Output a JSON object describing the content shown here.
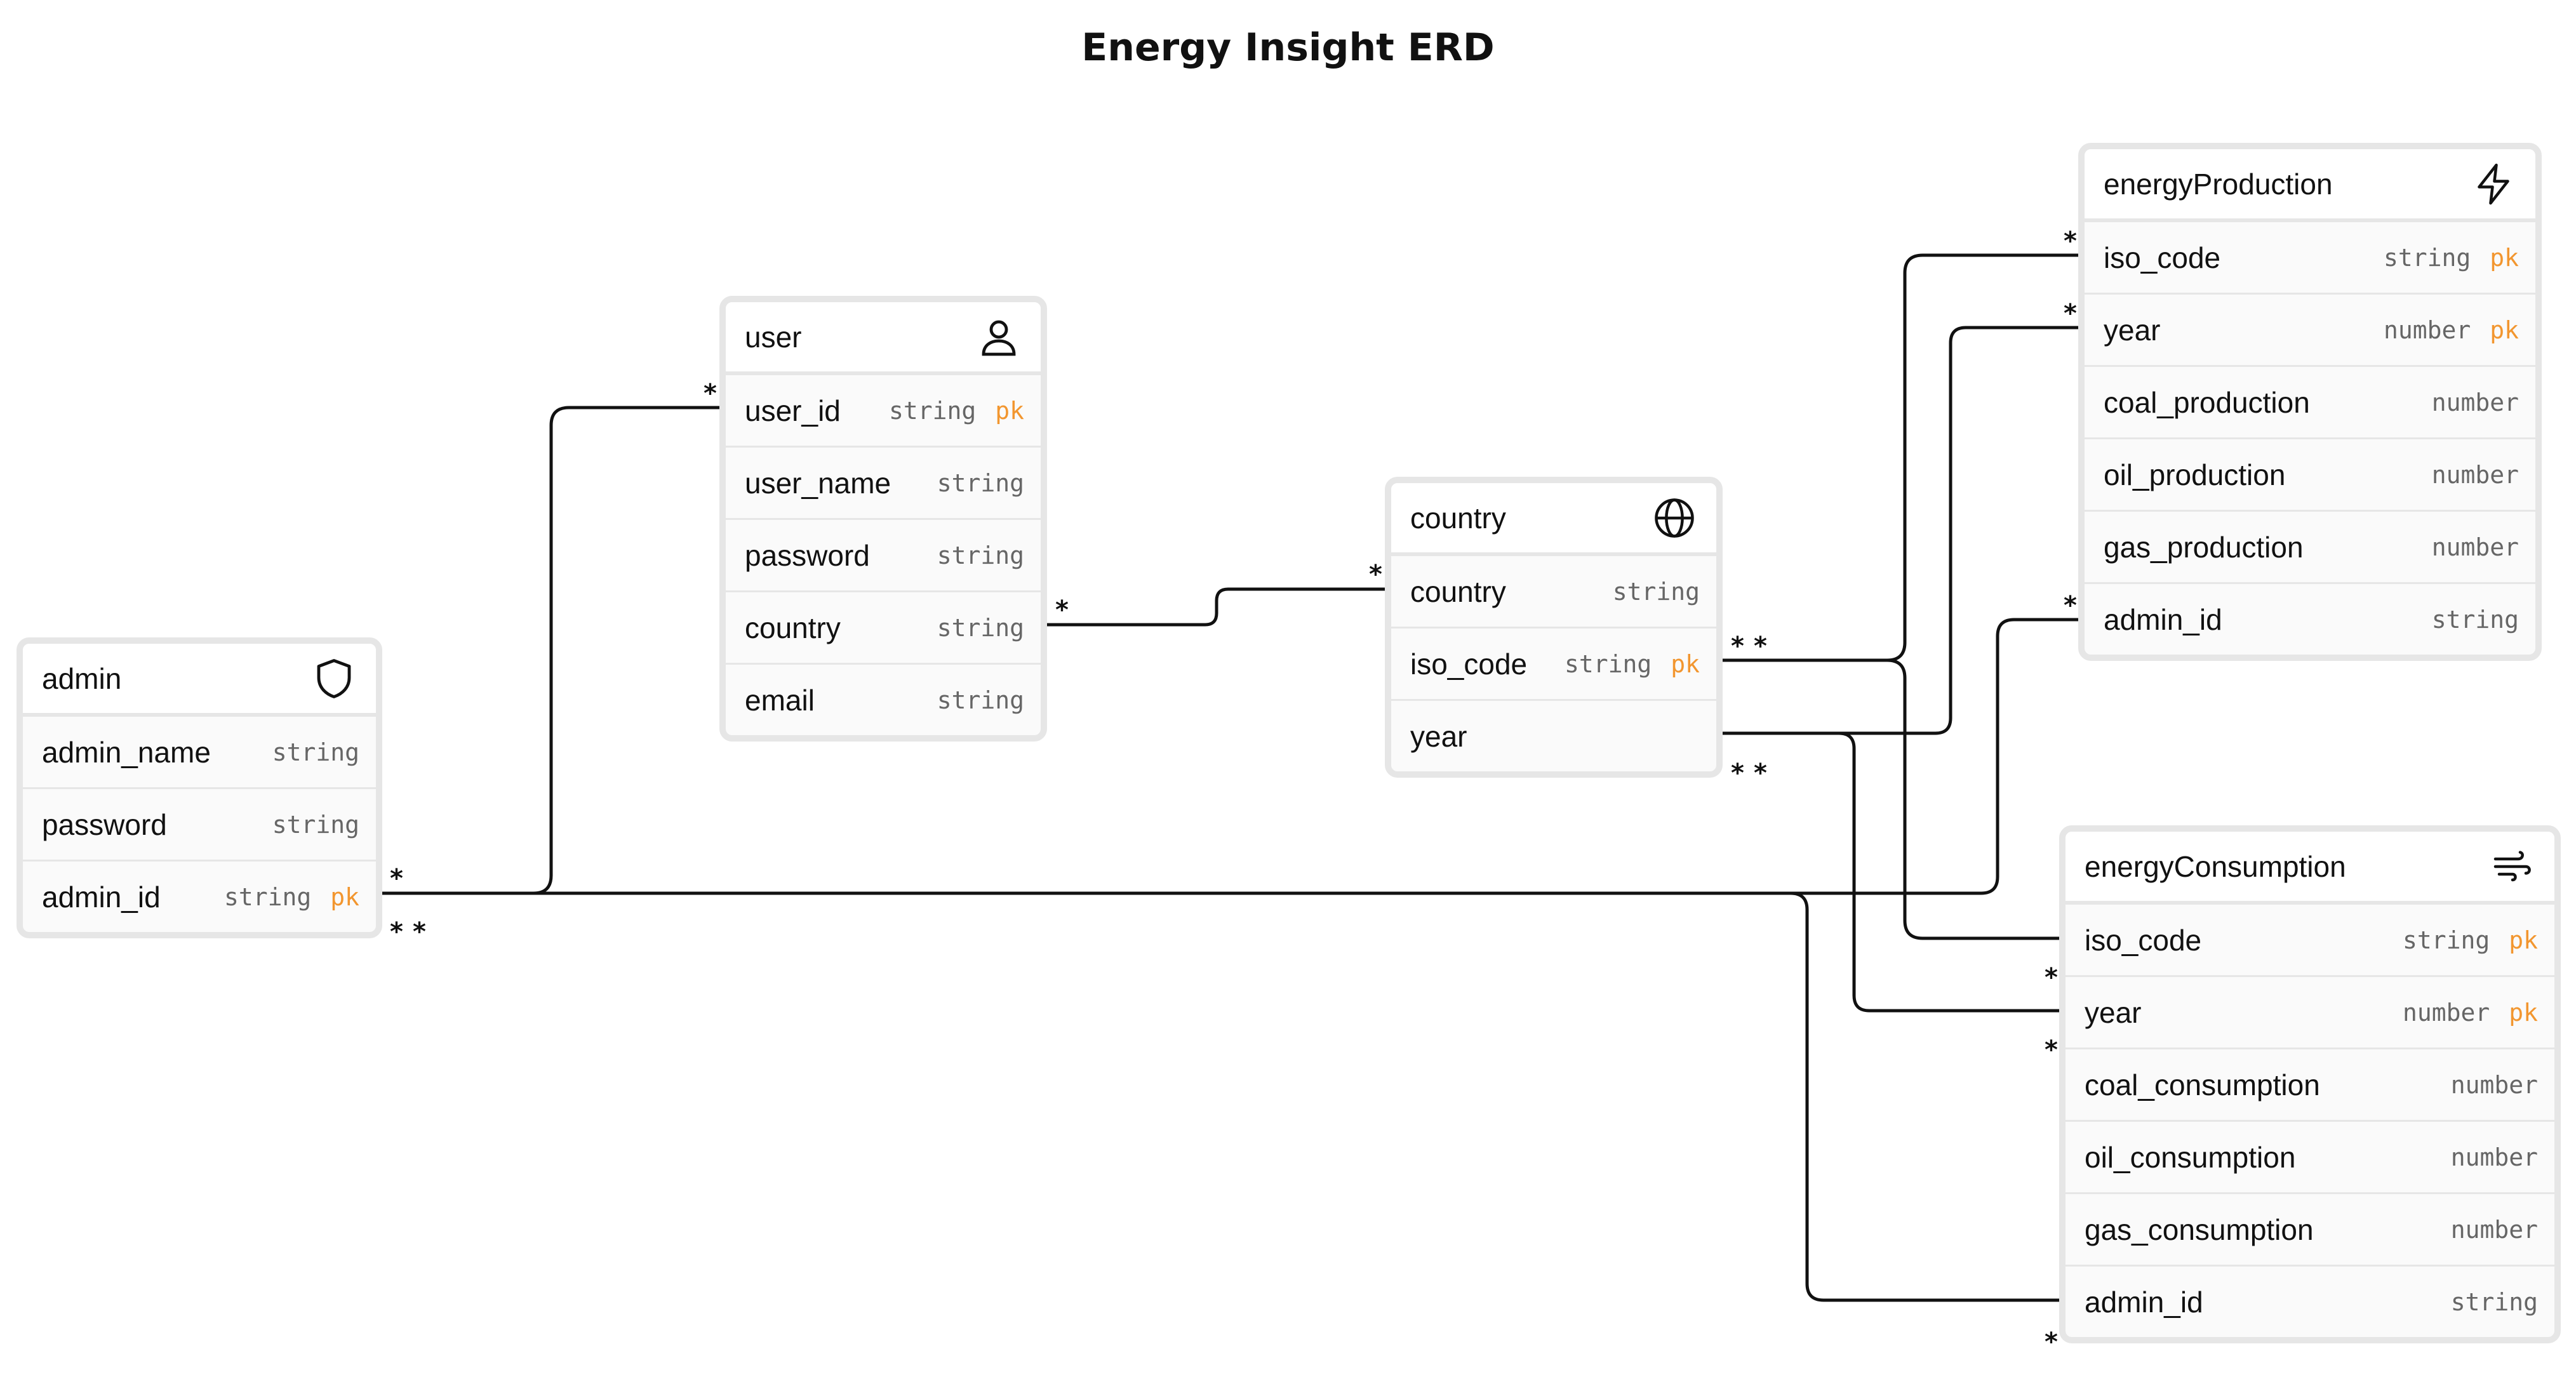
{
  "diagram": {
    "title": "Energy Insight ERD"
  },
  "colors": {
    "pk": "#f2962f",
    "border": "#e6e6e6",
    "line": "#111111",
    "type": "#666666"
  },
  "tables": {
    "admin": {
      "name": "admin",
      "icon": "shield-icon",
      "fields": [
        {
          "name": "admin_name",
          "type": "string",
          "key": ""
        },
        {
          "name": "password",
          "type": "string",
          "key": ""
        },
        {
          "name": "admin_id",
          "type": "string",
          "key": "pk"
        }
      ]
    },
    "user": {
      "name": "user",
      "icon": "user-icon",
      "fields": [
        {
          "name": "user_id",
          "type": "string",
          "key": "pk"
        },
        {
          "name": "user_name",
          "type": "string",
          "key": ""
        },
        {
          "name": "password",
          "type": "string",
          "key": ""
        },
        {
          "name": "country",
          "type": "string",
          "key": ""
        },
        {
          "name": "email",
          "type": "string",
          "key": ""
        }
      ]
    },
    "country": {
      "name": "country",
      "icon": "globe-icon",
      "fields": [
        {
          "name": "country",
          "type": "string",
          "key": ""
        },
        {
          "name": "iso_code",
          "type": "string",
          "key": "pk"
        },
        {
          "name": "year",
          "type": "",
          "key": ""
        }
      ]
    },
    "energyProduction": {
      "name": "energyProduction",
      "icon": "lightning-icon",
      "fields": [
        {
          "name": "iso_code",
          "type": "string",
          "key": "pk"
        },
        {
          "name": "year",
          "type": "number",
          "key": "pk"
        },
        {
          "name": "coal_production",
          "type": "number",
          "key": ""
        },
        {
          "name": "oil_production",
          "type": "number",
          "key": ""
        },
        {
          "name": "gas_production",
          "type": "number",
          "key": ""
        },
        {
          "name": "admin_id",
          "type": "string",
          "key": ""
        }
      ]
    },
    "energyConsumption": {
      "name": "energyConsumption",
      "icon": "wind-icon",
      "fields": [
        {
          "name": "iso_code",
          "type": "string",
          "key": "pk"
        },
        {
          "name": "year",
          "type": "number",
          "key": "pk"
        },
        {
          "name": "coal_consumption",
          "type": "number",
          "key": ""
        },
        {
          "name": "oil_consumption",
          "type": "number",
          "key": ""
        },
        {
          "name": "gas_consumption",
          "type": "number",
          "key": ""
        },
        {
          "name": "admin_id",
          "type": "string",
          "key": ""
        }
      ]
    }
  },
  "relationships": [
    {
      "from": "admin.admin_id",
      "to": "user.user_id",
      "from_card": "*",
      "to_card": "*"
    },
    {
      "from": "user.country",
      "to": "country.country",
      "from_card": "*",
      "to_card": "*"
    },
    {
      "from": "country.iso_code",
      "to": "energyProduction.iso_code",
      "from_card": "*",
      "to_card": "*"
    },
    {
      "from": "country.year",
      "to": "energyProduction.year",
      "from_card": "*",
      "to_card": "*"
    },
    {
      "from": "admin.admin_id",
      "to": "energyProduction.admin_id",
      "from_card": "*",
      "to_card": "*"
    },
    {
      "from": "country.iso_code",
      "to": "energyConsumption.iso_code",
      "from_card": "*",
      "to_card": "*"
    },
    {
      "from": "country.year",
      "to": "energyConsumption.year",
      "from_card": "*",
      "to_card": "*"
    },
    {
      "from": "admin.admin_id",
      "to": "energyConsumption.admin_id",
      "from_card": "*",
      "to_card": "*"
    }
  ]
}
